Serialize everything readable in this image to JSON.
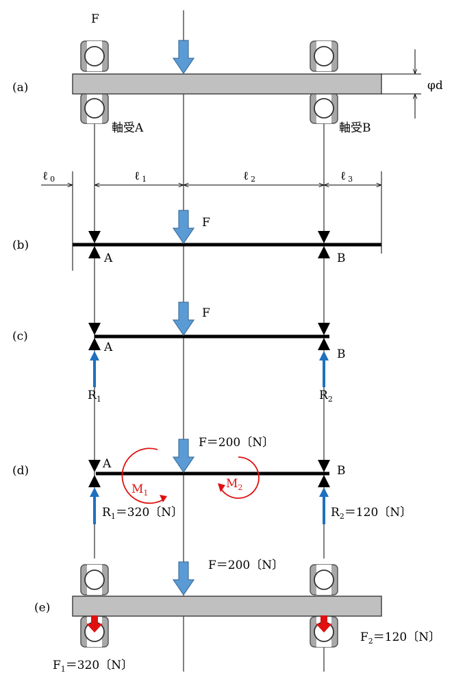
{
  "colors": {
    "shaft": "#c0c0c0",
    "shaft_stroke": "#444444",
    "bearing": "#a8a8a8",
    "force_arrow": "#5b9bd5",
    "force_arrow_stroke": "#41719c",
    "reaction_arrow": "#1f6fc0",
    "moment": "#e01010",
    "bearing_force": "#e01010",
    "beam": "#000000"
  },
  "top": {
    "force_label": "F"
  },
  "rows": {
    "a": {
      "label": "(a)",
      "bearing_a": "軸受A",
      "bearing_b": "軸受B",
      "diameter": "φd"
    },
    "dims": {
      "l0": {
        "main": "ℓ",
        "sub": "0"
      },
      "l1": {
        "main": "ℓ",
        "sub": "1"
      },
      "l2": {
        "main": "ℓ",
        "sub": "2"
      },
      "l3": {
        "main": "ℓ",
        "sub": "3"
      }
    },
    "b": {
      "label": "(b)",
      "force": "F",
      "support_a": "A",
      "support_b": "B"
    },
    "c": {
      "label": "(c)",
      "force": "F",
      "support_a": "A",
      "support_b": "B",
      "r1": {
        "main": "R",
        "sub": "1"
      },
      "r2": {
        "main": "R",
        "sub": "2"
      }
    },
    "d": {
      "label": "(d)",
      "force": "F＝200〔N〕",
      "support_a": "A",
      "support_b": "B",
      "m1": {
        "main": "M",
        "sub": "1"
      },
      "m2": {
        "main": "M",
        "sub": "2"
      },
      "r1": {
        "main": "R",
        "sub": "1",
        "rest": "＝320〔N〕"
      },
      "r2": {
        "main": "R",
        "sub": "2",
        "rest": "＝120〔N〕"
      }
    },
    "e": {
      "label": "(e)",
      "force": "F＝200〔N〕",
      "f1": {
        "main": "F",
        "sub": "1",
        "rest": "＝320〔N〕"
      },
      "f2": {
        "main": "F",
        "sub": "2",
        "rest": "＝120〔N〕"
      }
    }
  }
}
